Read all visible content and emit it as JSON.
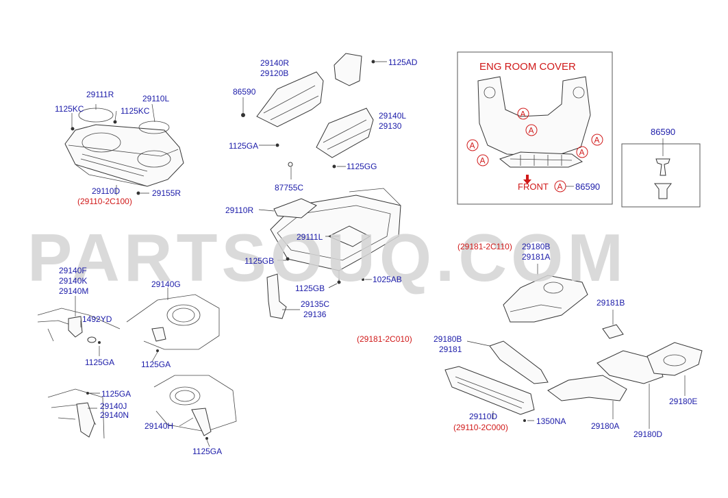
{
  "watermark": "PARTSOUQ.COM",
  "inset_main": {
    "title": "ENG ROOM COVER",
    "front_label": "FRONT",
    "circle_letter": "A",
    "front_part": "86590"
  },
  "inset_small": {
    "part": "86590"
  },
  "labels": {
    "l29111R": "29111R",
    "l1125KC_a": "1125KC",
    "l1125KC_b": "1125KC",
    "l29110L": "29110L",
    "l29110D_top": "29110D",
    "l29110_2C100": "(29110-2C100)",
    "l29155R": "29155R",
    "l29140R": "29140R",
    "l29120B": "29120B",
    "l86590_mid": "86590",
    "l1125GA_mid": "1125GA",
    "l1125AD": "1125AD",
    "l29140L": "29140L",
    "l29130": "29130",
    "l1125GG": "1125GG",
    "l87755C": "87755C",
    "l29110R": "29110R",
    "l29111L": "29111L",
    "l1125GB_a": "1125GB",
    "l1125GB_b": "1125GB",
    "l1025AB": "1025AB",
    "l29135C": "29135C",
    "l29136": "29136",
    "l29140F": "29140F",
    "l29140K": "29140K",
    "l29140M": "29140M",
    "l1492YD": "1492YD",
    "l1125GA_l1": "1125GA",
    "l29140G": "29140G",
    "l1125GA_l2": "1125GA",
    "l1125GA_l3": "1125GA",
    "l29140J": "29140J",
    "l29140N": "29140N",
    "l29140H": "29140H",
    "l1125GA_l4": "1125GA",
    "l29181_2C110": "(29181-2C110)",
    "l29180B_a": "29180B",
    "l29181A": "29181A",
    "l29181B": "29181B",
    "l29181_2C010": "(29181-2C010)",
    "l29180B_b": "29180B",
    "l29181": "29181",
    "l29110D_bot": "29110D",
    "l29110_2C000": "(29110-2C000)",
    "l1350NA": "1350NA",
    "l29180A": "29180A",
    "l29180D": "29180D",
    "l29180E": "29180E"
  },
  "colors": {
    "part_label": "#1a1aa8",
    "alt_label": "#d01818",
    "watermark": "#d4d4d4"
  }
}
